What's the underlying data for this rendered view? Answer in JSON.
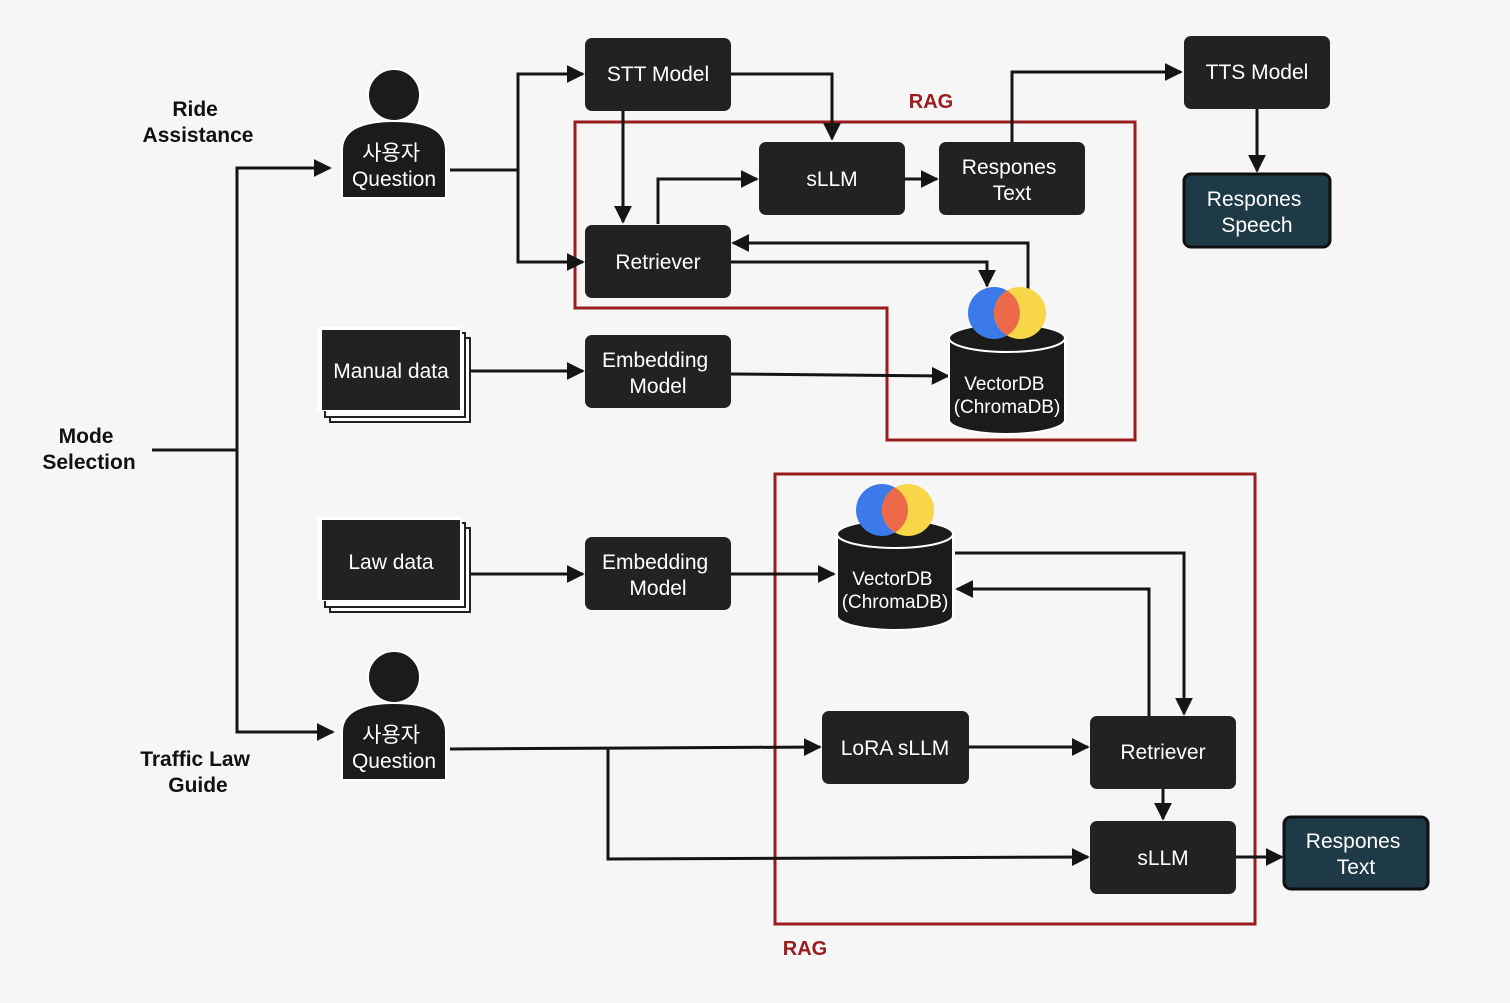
{
  "modes": {
    "mode_selection": [
      "Mode",
      "Selection"
    ],
    "ride_assistance": [
      "Ride",
      "Assistance"
    ],
    "traffic_law_guide": [
      "Traffic Law",
      "Guide"
    ]
  },
  "rag_label": "RAG",
  "ride": {
    "user": [
      "사용자",
      "Question"
    ],
    "stt_model": "STT Model",
    "sllm": "sLLM",
    "respones_text": [
      "Respones",
      "Text"
    ],
    "tts_model": "TTS Model",
    "respones_speech": [
      "Respones",
      "Speech"
    ],
    "retriever": "Retriever",
    "manual_data": "Manual data",
    "embedding_model": [
      "Embedding",
      "Model"
    ],
    "vectordb": [
      "VectorDB",
      "(ChromaDB)"
    ]
  },
  "law": {
    "law_data": "Law data",
    "embedding_model": [
      "Embedding",
      "Model"
    ],
    "vectordb": [
      "VectorDB",
      "(ChromaDB)"
    ],
    "user": [
      "사용자",
      "Question"
    ],
    "lora_sllm": "LoRA sLLM",
    "retriever": "Retriever",
    "sllm": "sLLM",
    "respones_text": [
      "Respones",
      "Text"
    ]
  },
  "colors": {
    "node": "#222222",
    "output_node": "#1e3a47",
    "rag_frame": "#9b1c1c",
    "chroma_blue": "#3b7ae8",
    "chroma_orange": "#ec6a4a",
    "chroma_yellow": "#f7d648"
  }
}
